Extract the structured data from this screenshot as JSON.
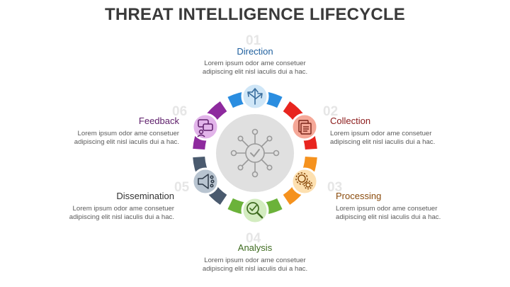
{
  "title": "THREAT INTELLIGENCE LIFECYCLE",
  "steps": [
    {
      "number": "01",
      "label": "Direction",
      "color": "#1e5f9e",
      "accent": "#2a8de0",
      "desc_line1": "Lorem ipsum odor ame consetuer",
      "desc_line2": "adipiscing elit nisl iaculis dui a hac.",
      "icon": "direction-arrows-icon"
    },
    {
      "number": "02",
      "label": "Collection",
      "color": "#8b1a1a",
      "accent": "#e8251f",
      "desc_line1": "Lorem ipsum odor ame consetuer",
      "desc_line2": "adipiscing elit nisl iaculis dui a hac.",
      "icon": "documents-folder-icon"
    },
    {
      "number": "03",
      "label": "Processing",
      "color": "#8a4b0c",
      "accent": "#f5921e",
      "desc_line1": "Lorem ipsum odor ame consetuer",
      "desc_line2": "adipiscing elit nisl iaculis dui a hac.",
      "icon": "gears-icon"
    },
    {
      "number": "04",
      "label": "Analysis",
      "color": "#3e6b1f",
      "accent": "#6bb23a",
      "desc_line1": "Lorem ipsum odor ame consetuer",
      "desc_line2": "adipiscing elit nisl iaculis dui a hac.",
      "icon": "magnifier-check-icon"
    },
    {
      "number": "05",
      "label": "Dissemination",
      "color": "#333333",
      "accent": "#4a5a6e",
      "desc_line1": "Lorem ipsum odor ame consetuer",
      "desc_line2": "adipiscing elit nisl iaculis dui a hac.",
      "icon": "megaphone-icon"
    },
    {
      "number": "06",
      "label": "Feedback",
      "color": "#5e1f6b",
      "accent": "#8e2a9e",
      "desc_line1": "Lorem ipsum odor ame consetuer",
      "desc_line2": "adipiscing elit nisl iaculis dui a hac.",
      "icon": "feedback-chat-icon"
    }
  ],
  "center_icon": "network-check-icon"
}
